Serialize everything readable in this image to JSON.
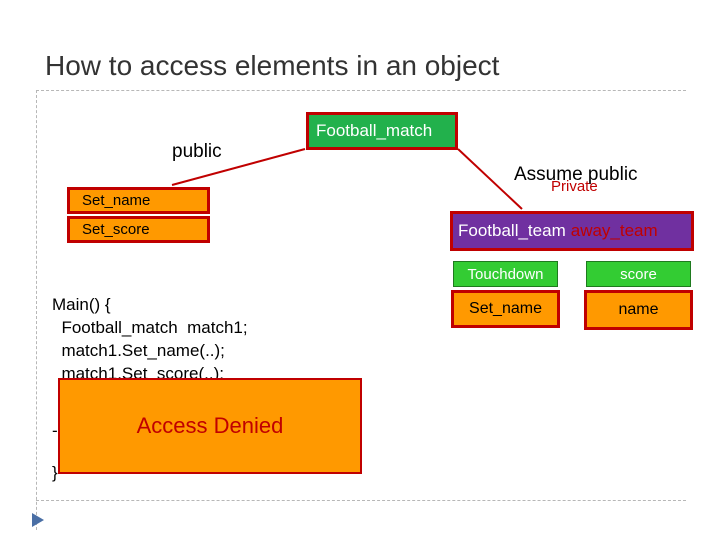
{
  "slide": {
    "title": "How to access elements in an object"
  },
  "diagram": {
    "root_box": "Football_match",
    "public_label": "public",
    "assume_public": "Assume public",
    "private_label": "Private",
    "left_members": [
      "Set_name",
      "Set_score"
    ],
    "team_type": "Football_team",
    "team_var": "away_team",
    "team_members": {
      "touchdown": "Touchdown",
      "score": "score",
      "set_name": "Set_name",
      "name": "name"
    }
  },
  "code": {
    "lines": [
      "Main() {",
      "  Football_match  match1;",
      "  match1.Set_name(..);",
      "  match1.Set_score(..);"
    ],
    "partial_dash": "-",
    "closing": "}"
  },
  "overlay": {
    "text": "Access Denied"
  },
  "colors": {
    "orange": "#ff9900",
    "green": "#22b14c",
    "purple": "#7030a0",
    "border_red": "#c00000"
  }
}
